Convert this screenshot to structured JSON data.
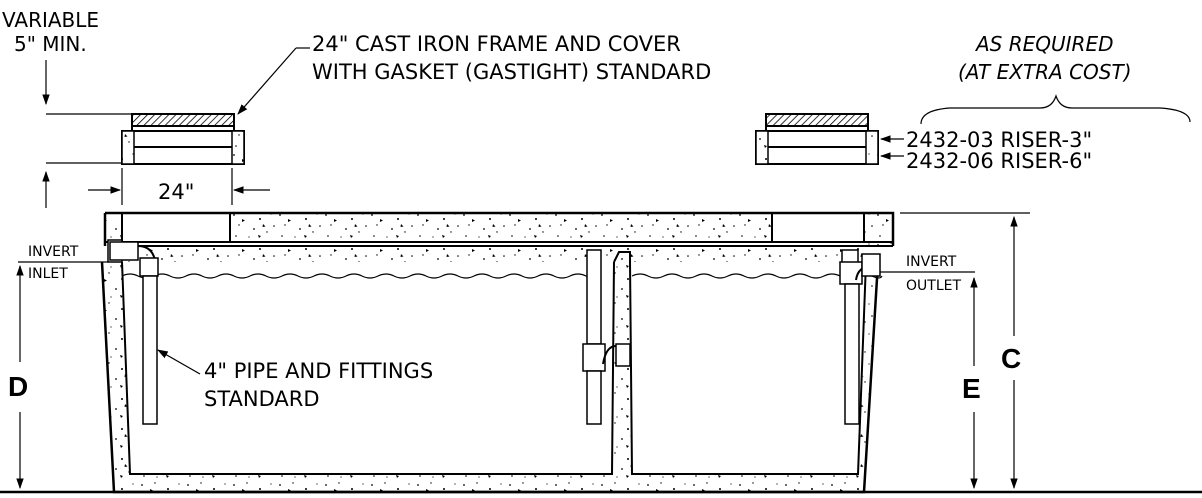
{
  "labels": {
    "variable": "VARIABLE",
    "min5": "5\" MIN.",
    "frame_line1": "24\" CAST IRON FRAME AND COVER",
    "frame_line2": "WITH GASKET (GASTIGHT) STANDARD",
    "as_required": "AS REQUIRED",
    "extra_cost": "(AT EXTRA COST)",
    "riser3": "2432-03 RISER-3\"",
    "riser6": "2432-06 RISER-6\"",
    "dim24": "24\"",
    "invert_inlet_top": "INVERT",
    "invert_inlet_bottom": "INLET",
    "invert_outlet_top": "INVERT",
    "invert_outlet_bottom": "OUTLET",
    "pipe_line1": "4\" PIPE AND FITTINGS",
    "pipe_line2": "STANDARD",
    "dim_d": "D",
    "dim_c": "C",
    "dim_e": "E"
  },
  "colors": {
    "ink": "#000000",
    "paper": "#ffffff"
  }
}
